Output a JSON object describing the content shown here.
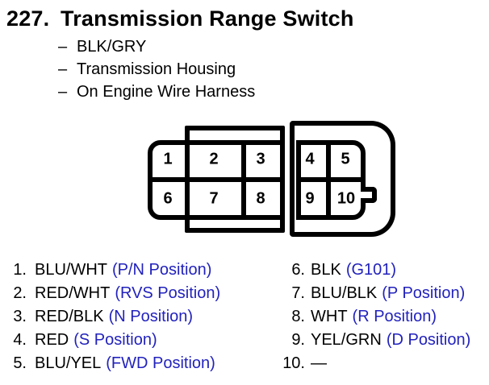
{
  "page": {
    "item_number": "227.",
    "title": "Transmission Range Switch",
    "bullet": "–",
    "notes": [
      "BLK/GRY",
      "Transmission Housing",
      "On Engine Wire Harness"
    ]
  },
  "connector": {
    "cells": [
      "1",
      "2",
      "3",
      "4",
      "5",
      "6",
      "7",
      "8",
      "9",
      "10"
    ]
  },
  "pins": {
    "left": [
      {
        "num": "1.",
        "wire": "BLU/WHT",
        "position": "(P/N Position)"
      },
      {
        "num": "2.",
        "wire": "RED/WHT",
        "position": "(RVS Position)"
      },
      {
        "num": "3.",
        "wire": "RED/BLK",
        "position": "(N Position)"
      },
      {
        "num": "4.",
        "wire": "RED",
        "position": "(S Position)"
      },
      {
        "num": "5.",
        "wire": "BLU/YEL",
        "position": "(FWD Position)"
      }
    ],
    "right": [
      {
        "num": "6.",
        "wire": "BLK",
        "position": "(G101)"
      },
      {
        "num": "7.",
        "wire": "BLU/BLK",
        "position": "(P Position)"
      },
      {
        "num": "8.",
        "wire": "WHT",
        "position": "(R Position)"
      },
      {
        "num": "9.",
        "wire": "YEL/GRN",
        "position": "(D Position)"
      },
      {
        "num": "10.",
        "wire": "—",
        "position": ""
      }
    ]
  },
  "colors": {
    "position_text_blue": "#2222bd",
    "body_text_black": "#000000"
  }
}
